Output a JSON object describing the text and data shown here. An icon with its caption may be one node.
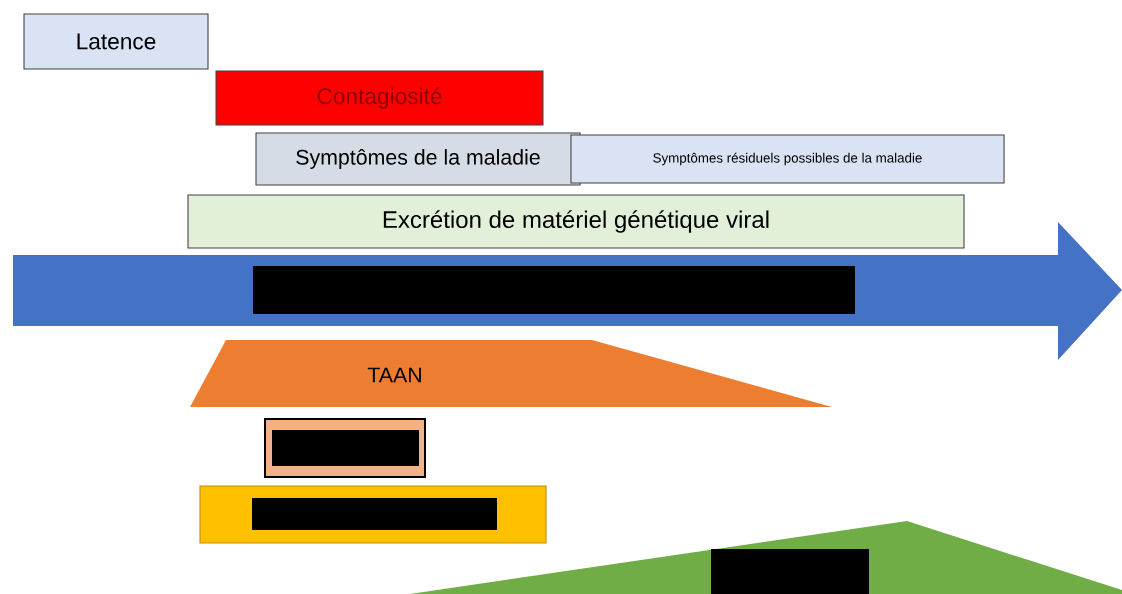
{
  "diagram": {
    "nodes": [
      {
        "text": [
          "Latence"
        ]
      },
      {
        "text": [
          "Contagiosité"
        ]
      },
      {
        "text": [
          "Symptômes de la maladie"
        ]
      },
      {
        "text": [
          "Symptômes résiduels possibles de la maladie"
        ]
      },
      {
        "text": [
          "Excrétion de matériel génétique viral"
        ]
      },
      {
        "text": [],
        "shape": "arrow"
      },
      {
        "text": [
          "TAAN"
        ]
      },
      {
        "text": [],
        "shape": "box"
      },
      {
        "text": [],
        "shape": "box"
      },
      {
        "text": [],
        "shape": "triangle"
      }
    ]
  }
}
